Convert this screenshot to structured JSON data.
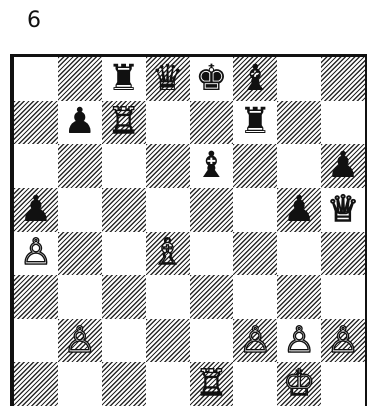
{
  "diagram_number": "6",
  "board": {
    "light_color": "#ffffff",
    "dark_style": "diagonal-hatch",
    "ranks": [
      [
        "",
        "",
        "r",
        "q",
        "k",
        "b",
        "",
        ""
      ],
      [
        "",
        "p",
        "R",
        "",
        "",
        "r",
        "",
        ""
      ],
      [
        "",
        "",
        "",
        "",
        "b",
        "",
        "",
        "p"
      ],
      [
        "p",
        "",
        "",
        "",
        "",
        "",
        "p",
        "Q"
      ],
      [
        "P",
        "",
        "",
        "B",
        "",
        "",
        "",
        ""
      ],
      [
        "",
        "",
        "",
        "",
        "",
        "",
        "",
        ""
      ],
      [
        "",
        "P",
        "",
        "",
        "",
        "P",
        "P",
        "P"
      ],
      [
        "",
        "",
        "",
        "",
        "R",
        "",
        "K",
        ""
      ]
    ]
  },
  "glyphs": {
    "K": "♔",
    "Q": "♕",
    "R": "♖",
    "B": "♗",
    "N": "♘",
    "P": "♙",
    "k": "♚",
    "q": "♛",
    "r": "♜",
    "b": "♝",
    "n": "♞",
    "p": "♟"
  },
  "piece_names": {
    "K": "white-king",
    "Q": "white-queen",
    "R": "white-rook",
    "B": "white-bishop",
    "N": "white-knight",
    "P": "white-pawn",
    "k": "black-king",
    "q": "black-queen",
    "r": "black-rook",
    "b": "black-bishop",
    "n": "black-knight",
    "p": "black-pawn"
  }
}
